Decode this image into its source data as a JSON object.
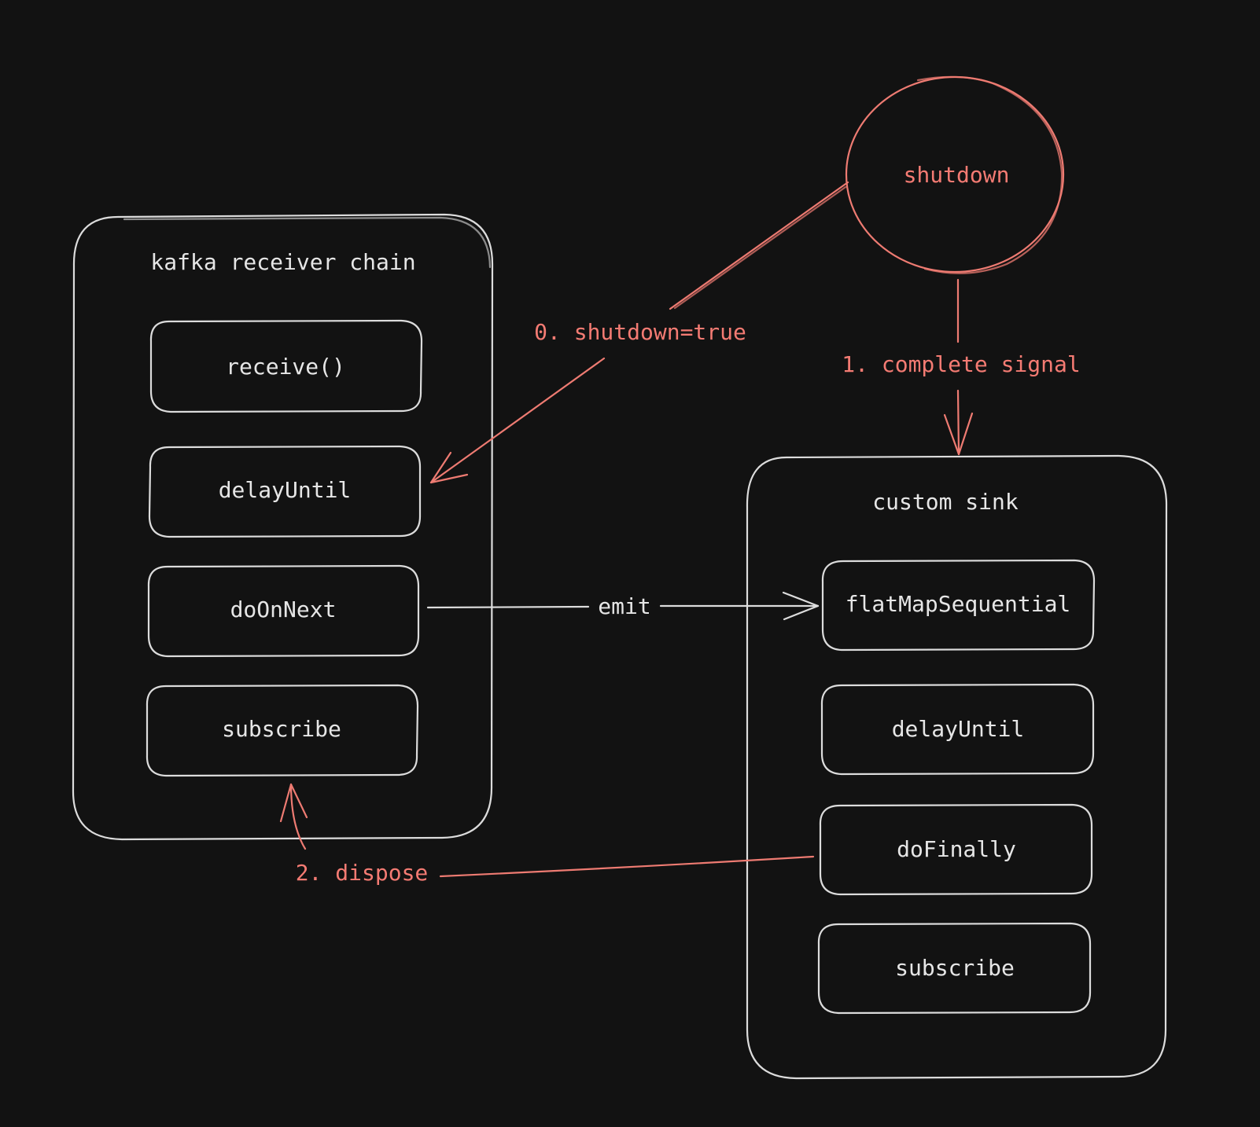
{
  "colors": {
    "background": "#121212",
    "stroke": "#dcdcdc",
    "text": "#e6e6e6",
    "accent": "#f47b73"
  },
  "left_group": {
    "title": "kafka receiver chain",
    "steps": [
      "receive()",
      "delayUntil",
      "doOnNext",
      "subscribe"
    ]
  },
  "right_group": {
    "title": "custom sink",
    "steps": [
      "flatMapSequential",
      "delayUntil",
      "doFinally",
      "subscribe"
    ]
  },
  "shutdown_node": {
    "label": "shutdown"
  },
  "arrows": {
    "emit": "emit",
    "shutdown_true": "0. shutdown=true",
    "complete_signal": "1. complete signal",
    "dispose": "2. dispose"
  }
}
